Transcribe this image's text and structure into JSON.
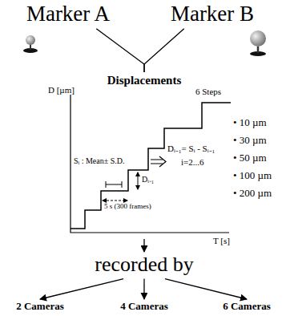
{
  "diagram": {
    "nodes": [
      {
        "text": [
          "Marker A"
        ]
      },
      {
        "text": [
          "Marker B"
        ]
      },
      {
        "text": [
          "Displacements"
        ]
      },
      {
        "text": [
          "recorded by"
        ]
      },
      {
        "text": [
          "2 Cameras"
        ]
      },
      {
        "text": [
          "4 Cameras"
        ]
      },
      {
        "text": [
          "6 Cameras"
        ]
      }
    ],
    "edges": [
      {
        "from": 0,
        "to": 2,
        "arrow": "none"
      },
      {
        "from": 1,
        "to": 2,
        "arrow": "none"
      },
      {
        "from": 3,
        "to": 4,
        "arrow": "to"
      },
      {
        "from": 3,
        "to": 5,
        "arrow": "to"
      },
      {
        "from": 3,
        "to": 6,
        "arrow": "to"
      }
    ],
    "labels": [
      "D [µm]",
      "6 Steps",
      "Sᵢ : Mean± S.D.",
      "Dᵢ₋₁",
      "5 s (300 frames)",
      "Dᵢ₋₁= Sᵢ - Sᵢ₋₁",
      "i=2...6",
      "T [s]",
      "• 10 µm",
      "• 30 µm",
      "• 50 µm",
      "• 100 µm",
      "• 200 µm"
    ]
  }
}
